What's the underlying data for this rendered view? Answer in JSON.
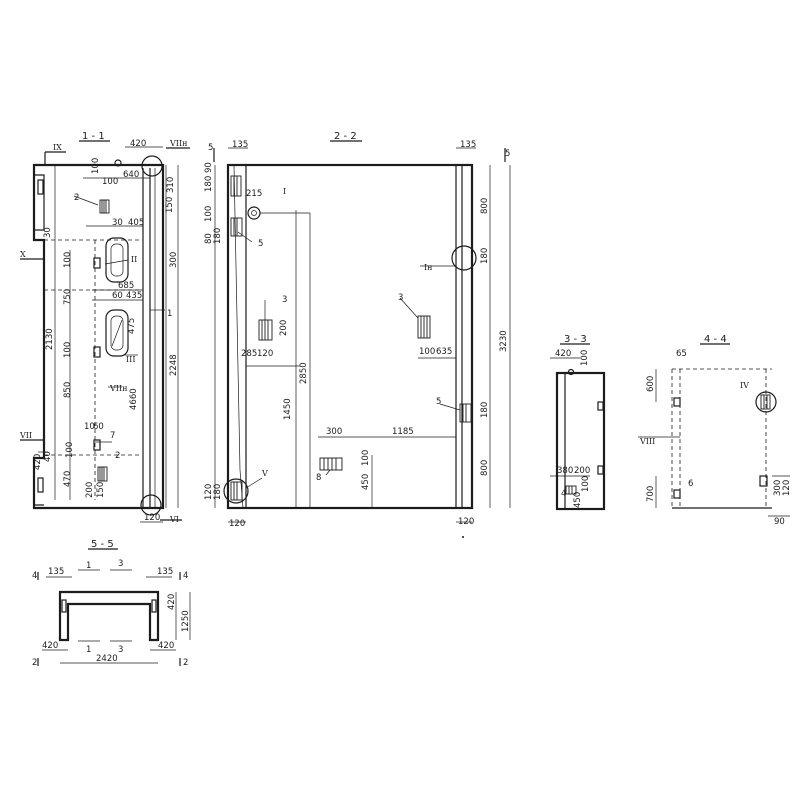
{
  "sections": {
    "s11": {
      "title": "1 - 1"
    },
    "s22": {
      "title": "2 - 2"
    },
    "s33": {
      "title": "3 - 3"
    },
    "s44": {
      "title": "4 - 4"
    },
    "s55": {
      "title": "5 - 5"
    }
  },
  "dims11": {
    "d420": "420",
    "d100a": "100",
    "d640": "640",
    "d310": "310",
    "d100b": "100",
    "d150": "150",
    "d30": "30",
    "d405": "405",
    "d100c": "100",
    "d300": "300",
    "d750": "750",
    "d685": "685",
    "d60": "60",
    "d435": "435",
    "d475": "475",
    "d100d": "100",
    "d2130": "2130",
    "d4660": "4660",
    "d2248": "2248",
    "d850": "850",
    "d30b": "30",
    "d40": "40",
    "d470": "470",
    "d10": "10",
    "d60b": "60",
    "d100e": "100",
    "d200": "200",
    "d150b": "150",
    "d120": "120",
    "d420b": "420",
    "n1": "1",
    "n2a": "2",
    "n2b": "2",
    "n7": "7",
    "rIX": "IX",
    "rVIIn": "VIIн",
    "rX": "X",
    "rII": "II",
    "rIII": "III",
    "rVIIn2": "VIIн",
    "rVII": "VII",
    "rVI": "VI"
  },
  "dims22": {
    "d135a": "135",
    "d135b": "135",
    "d180": "180",
    "d90": "90",
    "d215": "215",
    "d100": "100",
    "d80": "80",
    "d180b": "180",
    "d800a": "800",
    "d180c": "180",
    "d285": "285",
    "d120": "120",
    "d200": "200",
    "d2850": "2850",
    "d1450": "1450",
    "d100b": "100",
    "d635": "635",
    "d3230": "3230",
    "d300": "300",
    "d1185": "1185",
    "d180d": "180",
    "d450": "450",
    "d100c": "100",
    "d800b": "800",
    "d120b": "120",
    "d180e": "180",
    "d120c": "120",
    "d120d": "120",
    "n3a": "3",
    "n3b": "3",
    "n5a": "5",
    "n5b": "5",
    "n8": "8",
    "n5c": "5",
    "n5d": "5",
    "rI": "I",
    "rIn": "Iн",
    "rV": "V"
  },
  "dims33": {
    "d420": "420",
    "d100": "100",
    "d380": "380",
    "d200": "200",
    "d450": "450",
    "d100b": "100",
    "n4": "4"
  },
  "dims44": {
    "d65": "65",
    "d600": "600",
    "d700": "700",
    "d300": "300",
    "d120": "120",
    "d90": "90",
    "n6": "6",
    "rIV": "IV",
    "rVIII": "VIII"
  },
  "dims55": {
    "d135a": "135",
    "d135b": "135",
    "d420": "420",
    "d1250": "1250",
    "d420a": "420",
    "d2420": "2420",
    "d420b": "420",
    "n1a": "1",
    "n3a": "3",
    "n1b": "1",
    "n3b": "3",
    "c4a": "4",
    "c4b": "4",
    "c2a": "2",
    "c2b": "2"
  }
}
